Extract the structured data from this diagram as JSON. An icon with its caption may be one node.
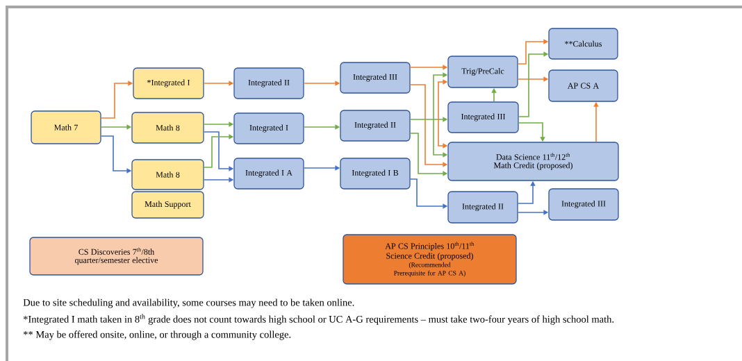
{
  "diagram": {
    "nodes": [
      {
        "text": [
          "Math 7"
        ]
      },
      {
        "text": [
          "*Integrated I"
        ]
      },
      {
        "text": [
          "Math 8"
        ]
      },
      {
        "text": [
          "Math 8"
        ]
      },
      {
        "text": [
          "Math Support"
        ]
      },
      {
        "text": [
          "Integrated II"
        ]
      },
      {
        "text": [
          "Integrated I"
        ]
      },
      {
        "text": [
          "Integrated I A"
        ]
      },
      {
        "text": [
          "Integrated III"
        ]
      },
      {
        "text": [
          "Integrated II"
        ]
      },
      {
        "text": [
          "Integrated I B"
        ]
      },
      {
        "text": [
          "Trig/PreCalc"
        ]
      },
      {
        "text": [
          "Integrated III"
        ]
      },
      {
        "text": [
          "Data Science 11$^{th}$/12$^{th}$ Math Credit (proposed)"
        ]
      },
      {
        "text": [
          "Integrated II"
        ]
      },
      {
        "text": [
          "**Calculus"
        ]
      },
      {
        "text": [
          "AP CS A"
        ]
      },
      {
        "text": [
          "Integrated III"
        ]
      },
      {
        "text": [
          "CS Discoveries 7$^{th}$/8th quarter/semester elective"
        ]
      },
      {
        "text": [
          "AP CS Principles 10$^{th}$/11$^{th}$ Science Credit (proposed)",
          "(Recommended Prerequisite for AP CS A)"
        ]
      }
    ],
    "edges": [
      {
        "from": 0,
        "to": 1,
        "arrow": "to",
        "color": "#ed7d31"
      },
      {
        "from": 0,
        "to": 2,
        "arrow": "to",
        "color": "#70ad47"
      },
      {
        "from": 0,
        "to": 3,
        "arrow": "to",
        "color": "#4472c4"
      },
      {
        "from": 1,
        "to": 5,
        "arrow": "to",
        "color": "#ed7d31"
      },
      {
        "from": 2,
        "to": 6,
        "arrow": "to",
        "color": "#70ad47"
      },
      {
        "from": 2,
        "to": 7,
        "arrow": "to",
        "color": "#4472c4"
      },
      {
        "from": 3,
        "to": 6,
        "arrow": "to",
        "color": "#70ad47"
      },
      {
        "from": 3,
        "to": 7,
        "arrow": "to",
        "color": "#4472c4"
      },
      {
        "from": 5,
        "to": 8,
        "arrow": "to",
        "color": "#ed7d31"
      },
      {
        "from": 6,
        "to": 9,
        "arrow": "to",
        "color": "#70ad47"
      },
      {
        "from": 7,
        "to": 10,
        "arrow": "to",
        "color": "#4472c4"
      },
      {
        "from": 8,
        "to": 11,
        "arrow": "to",
        "color": "#ed7d31"
      },
      {
        "from": 8,
        "to": 13,
        "arrow": "to",
        "color": "#ed7d31"
      },
      {
        "from": 9,
        "to": 12,
        "arrow": "to",
        "color": "#70ad47"
      },
      {
        "from": 9,
        "to": 13,
        "arrow": "to",
        "color": "#70ad47"
      },
      {
        "from": 10,
        "to": 14,
        "arrow": "to",
        "color": "#4472c4"
      },
      {
        "from": 11,
        "to": 13,
        "arrow": "both",
        "color": "#ed7d31"
      },
      {
        "from": 11,
        "to": 13,
        "arrow": "both",
        "color": "#70ad47"
      },
      {
        "from": 11,
        "to": 15,
        "arrow": "to",
        "color": "#ed7d31"
      },
      {
        "from": 11,
        "to": 16,
        "arrow": "to",
        "color": "#ed7d31"
      },
      {
        "from": 12,
        "to": 11,
        "arrow": "to",
        "color": "#70ad47"
      },
      {
        "from": 12,
        "to": 15,
        "arrow": "to",
        "color": "#70ad47"
      },
      {
        "from": 12,
        "to": 13,
        "arrow": "to",
        "color": "#70ad47"
      },
      {
        "from": 13,
        "to": 16,
        "arrow": "to",
        "color": "#ed7d31"
      },
      {
        "from": 14,
        "to": 13,
        "arrow": "to",
        "color": "#4472c4"
      },
      {
        "from": 14,
        "to": 17,
        "arrow": "to",
        "color": "#4472c4"
      }
    ],
    "labels": [
      "Due to site scheduling and availability, some courses may need to be taken online.",
      "*Integrated I math taken in 8$^{th}$ grade does not count towards high school or UC A-G requirements – must take two-four years of high school math.",
      "** May be offered onsite, online, or through a community college."
    ]
  }
}
